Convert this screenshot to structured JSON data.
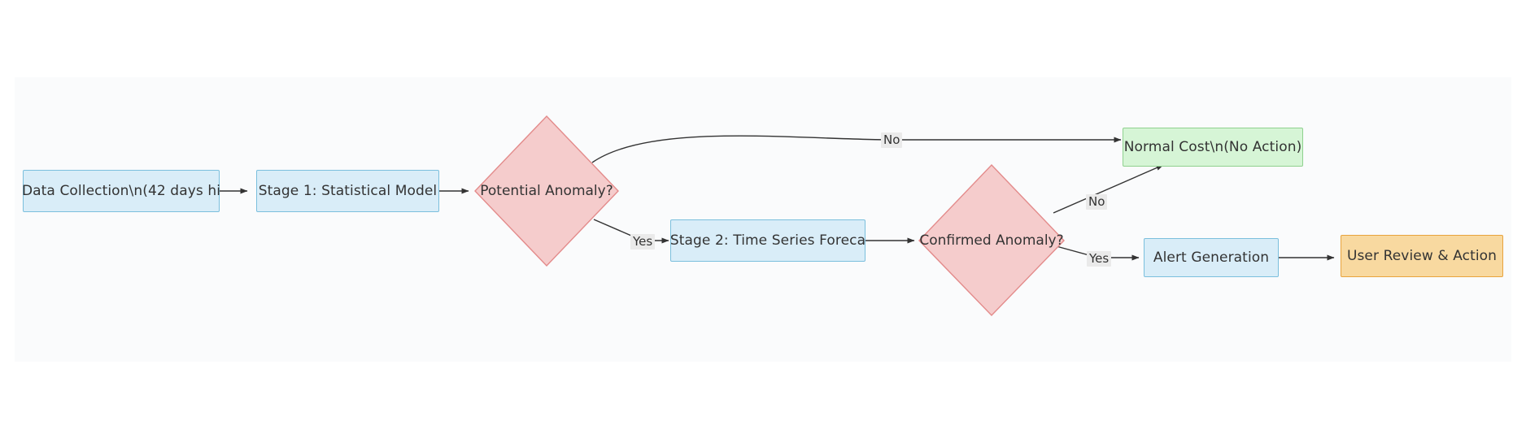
{
  "diagram": {
    "type": "flowchart",
    "orientation": "left-to-right",
    "background_color": "#ffffff",
    "panel_color": "#fafbfc",
    "nodes": [
      {
        "id": "data-collection",
        "label": "Data Collection\\n(42 days hi",
        "shape": "rectangle",
        "style": "process",
        "fill": "#d9edf8",
        "stroke": "#7bbfdd",
        "clipped": true
      },
      {
        "id": "stage-1",
        "label": "Stage 1: Statistical Model",
        "shape": "rectangle",
        "style": "process",
        "fill": "#d9edf8",
        "stroke": "#7bbfdd"
      },
      {
        "id": "potential-anomaly",
        "label": "Potential Anomaly?",
        "shape": "diamond",
        "style": "decision",
        "fill": "#f5cccc",
        "stroke": "#e38b8b"
      },
      {
        "id": "stage-2",
        "label": "Stage 2: Time Series Foreca",
        "shape": "rectangle",
        "style": "process",
        "fill": "#d9edf8",
        "stroke": "#7bbfdd",
        "clipped": true
      },
      {
        "id": "confirmed-anomaly",
        "label": "Confirmed Anomaly?",
        "shape": "diamond",
        "style": "decision",
        "fill": "#f5cccc",
        "stroke": "#e38b8b"
      },
      {
        "id": "normal-cost",
        "label": "Normal Cost\\n(No Action)",
        "shape": "rectangle",
        "style": "success",
        "fill": "#d6f5d6",
        "stroke": "#8fd18f"
      },
      {
        "id": "alert-generation",
        "label": "Alert Generation",
        "shape": "rectangle",
        "style": "process",
        "fill": "#d9edf8",
        "stroke": "#7bbfdd"
      },
      {
        "id": "user-review",
        "label": "User Review & Action",
        "shape": "rectangle",
        "style": "warning",
        "fill": "#f8d9a0",
        "stroke": "#e8a33d"
      }
    ],
    "edges": [
      {
        "id": "e1",
        "from": "data-collection",
        "to": "stage-1",
        "label": ""
      },
      {
        "id": "e2",
        "from": "stage-1",
        "to": "potential-anomaly",
        "label": ""
      },
      {
        "id": "e3",
        "from": "potential-anomaly",
        "to": "normal-cost",
        "label": "No"
      },
      {
        "id": "e4",
        "from": "potential-anomaly",
        "to": "stage-2",
        "label": "Yes"
      },
      {
        "id": "e5",
        "from": "stage-2",
        "to": "confirmed-anomaly",
        "label": ""
      },
      {
        "id": "e6",
        "from": "confirmed-anomaly",
        "to": "normal-cost",
        "label": "No"
      },
      {
        "id": "e7",
        "from": "confirmed-anomaly",
        "to": "alert-generation",
        "label": "Yes"
      },
      {
        "id": "e8",
        "from": "alert-generation",
        "to": "user-review",
        "label": ""
      }
    ],
    "edge_color": "#333333"
  }
}
